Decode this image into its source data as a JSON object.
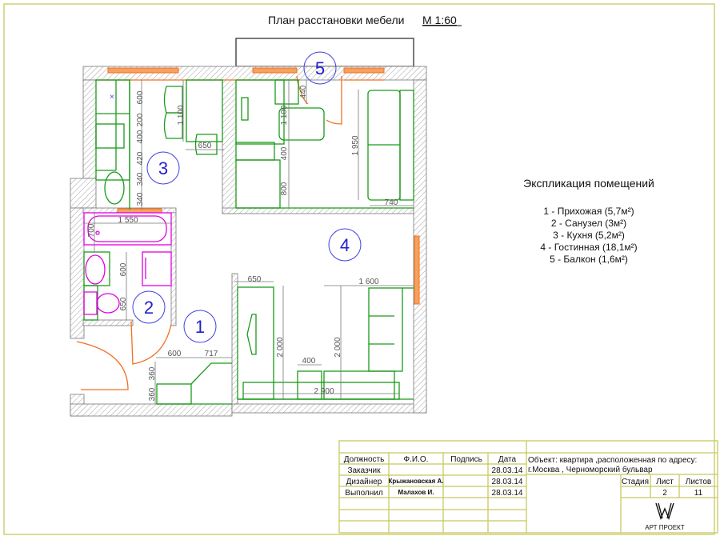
{
  "title": "План расстановки мебели",
  "scale": "М 1:60",
  "rooms": [
    "1",
    "2",
    "3",
    "4",
    "5"
  ],
  "explication": {
    "heading": "Экспликация помещений",
    "items": [
      "1 - Прихожая (5,7м²)",
      "2 - Санузел (3м²)",
      "3 - Кухня (5,2м²)",
      "4 - Гостинная (18,1м²)",
      "5 - Балкон (1,6м²)"
    ]
  },
  "dims": [
    "600",
    "200",
    "400",
    "420",
    "340",
    "340",
    "1 100",
    "650",
    "1 100",
    "440",
    "400",
    "800",
    "1 950",
    "740",
    "1 550",
    "700",
    "600",
    "650",
    "600",
    "717",
    "360",
    "360",
    "650",
    "1 600",
    "2 000",
    "2 000",
    "400",
    "2 900"
  ],
  "title_block": {
    "headers": [
      "Должность",
      "Ф.И.О.",
      "Подпись",
      "Дата"
    ],
    "rows": [
      {
        "role": "Заказчик",
        "name": "",
        "date": "28.03.14"
      },
      {
        "role": "Дизайнер",
        "name": "Крыжановская А.",
        "date": "28.03.14"
      },
      {
        "role": "Выполнил",
        "name": "Малахов И.",
        "date": "28.03.14"
      }
    ],
    "object_line1": "Объект: квартира ,расположенная по адресу:",
    "object_line2": "г.Москва , Черноморский бульвар",
    "stage_label": "Стадия",
    "sheet_label": "Лист",
    "sheets_label": "Листов",
    "stage": "",
    "sheet": "2",
    "sheets": "11",
    "company": "АРТ ПРОЕКТ"
  },
  "colors": {
    "furniture": "#1a9a1a",
    "windows_doors": "#f07020",
    "plumbing": "#e000e0",
    "room_marks": "#4040e0",
    "frame": "#c8c860"
  }
}
